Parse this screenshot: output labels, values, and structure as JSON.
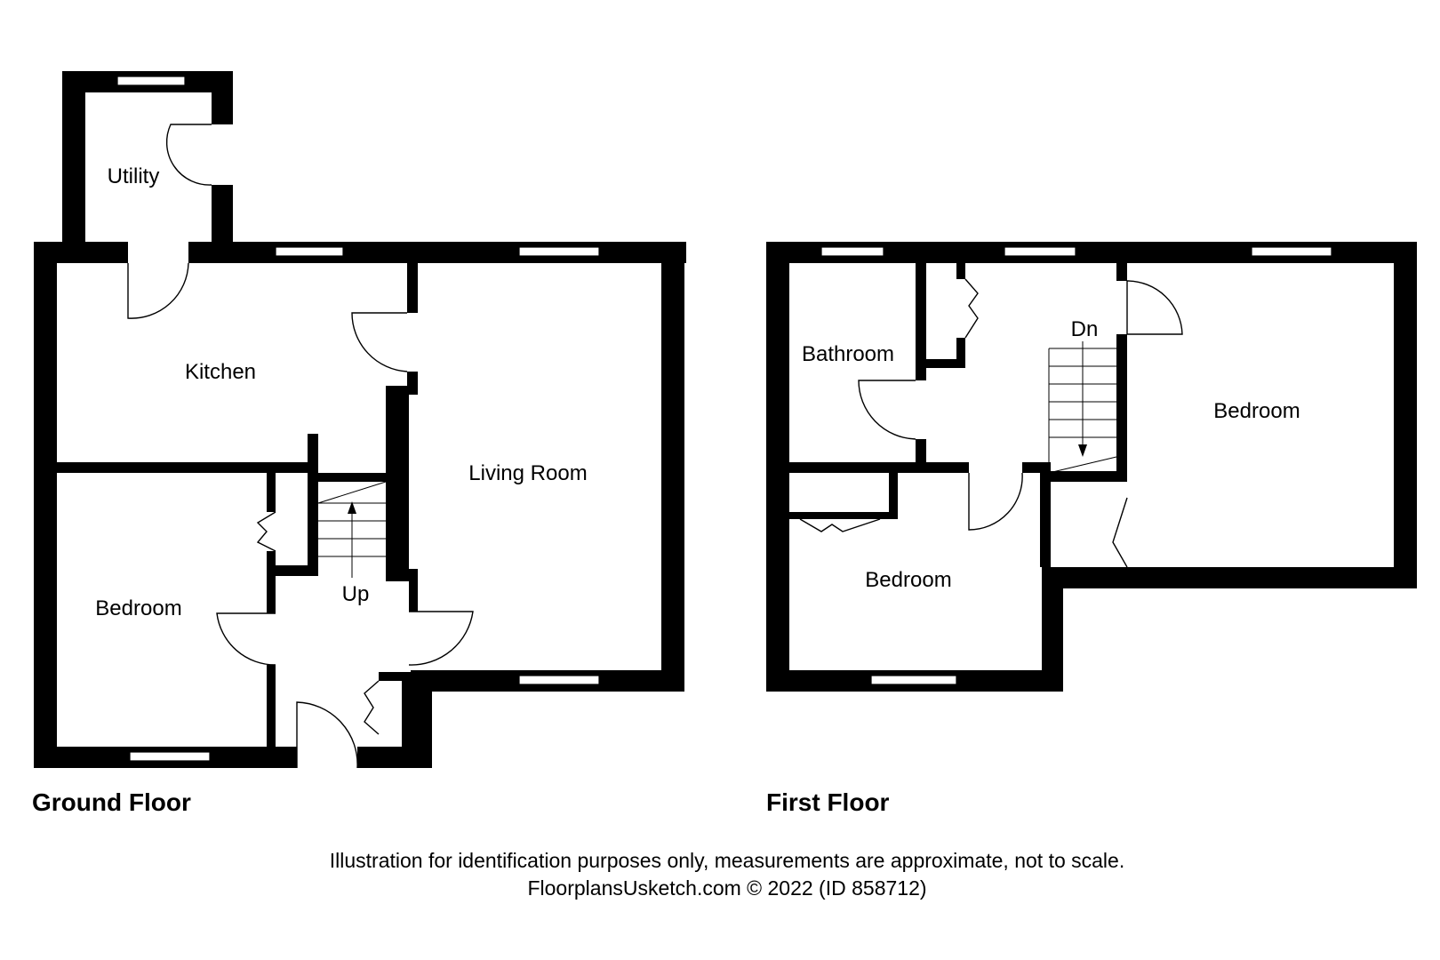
{
  "ground_floor": {
    "title": "Ground Floor",
    "rooms": {
      "utility": "Utility",
      "kitchen": "Kitchen",
      "living_room": "Living Room",
      "bedroom": "Bedroom",
      "stairs": "Up"
    }
  },
  "first_floor": {
    "title": "First Floor",
    "rooms": {
      "bathroom": "Bathroom",
      "bedroom_left": "Bedroom",
      "bedroom_right": "Bedroom",
      "stairs": "Dn"
    }
  },
  "footer": {
    "disclaimer": "Illustration for identification purposes only, measurements are approximate, not to scale.",
    "credit": "FloorplansUsketch.com © 2022 (ID 858712)"
  }
}
